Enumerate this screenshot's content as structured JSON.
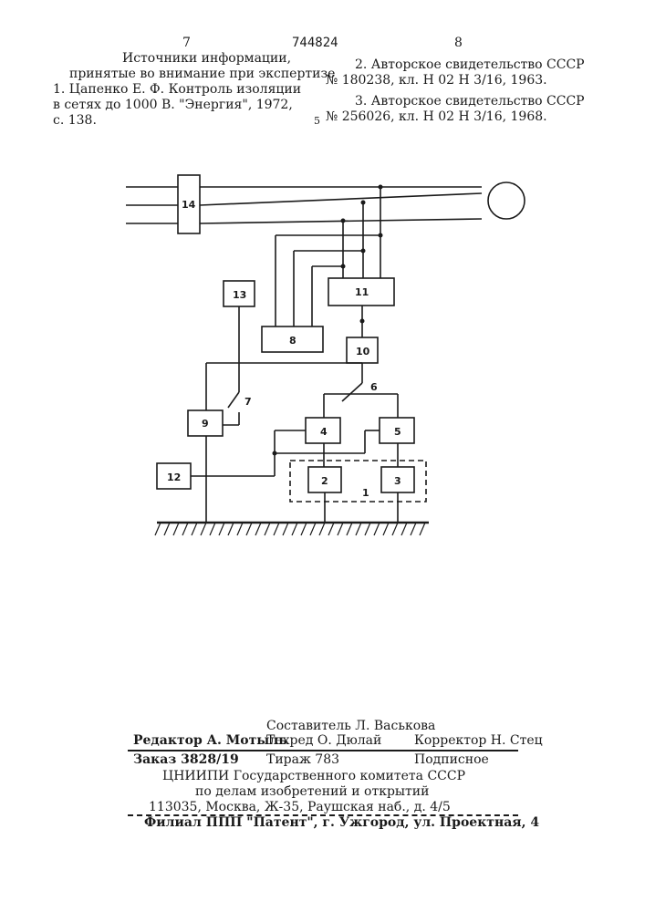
{
  "header": {
    "page_left": "7",
    "patent_number": "744824",
    "page_right": "8",
    "line_number_margin": "5"
  },
  "sources": {
    "title_line1": "Источники информации,",
    "title_line2": "принятые во внимание при экспертизе",
    "ref1_line1": "1. Цапенко Е. Ф. Контроль изоляции",
    "ref1_line2": "в сетях до 1000 В. \"Энергия\", 1972,",
    "ref1_line3": "с. 138.",
    "ref2_line1": "2. Авторское свидетельство СССР",
    "ref2_line2": "№ 180238, кл. Н 02 Н 3/16, 1963.",
    "ref3_line1": "3. Авторское свидетельство СССР",
    "ref3_line2": "№ 256026, кл. Н 02 Н 3/16, 1968."
  },
  "diagram": {
    "labels": {
      "b14": "14",
      "b13": "13",
      "b11": "11",
      "b8": "8",
      "b10": "10",
      "b9": "9",
      "b4": "4",
      "b5": "5",
      "b2": "2",
      "b3": "3",
      "b12": "12",
      "sw6": "6",
      "sw7": "7",
      "group1": "1"
    }
  },
  "footer": {
    "compiler": "Составитель Л. Васькова",
    "editor": "Редактор А. Мотыль",
    "techred": "Техред О. Дюлай",
    "corrector": "Корректор Н. Стец",
    "order": "Заказ 3828/19",
    "circulation": "Тираж 783",
    "subscription": "Подписное",
    "org_line1": "ЦНИИПИ Государственного комитета СССР",
    "org_line2": "по делам изобретений и открытий",
    "org_line3": "113035, Москва, Ж-35, Раушская наб., д. 4/5",
    "branch": "Филиал ППП \"Патент\", г. Ужгород, ул. Проектная, 4"
  }
}
